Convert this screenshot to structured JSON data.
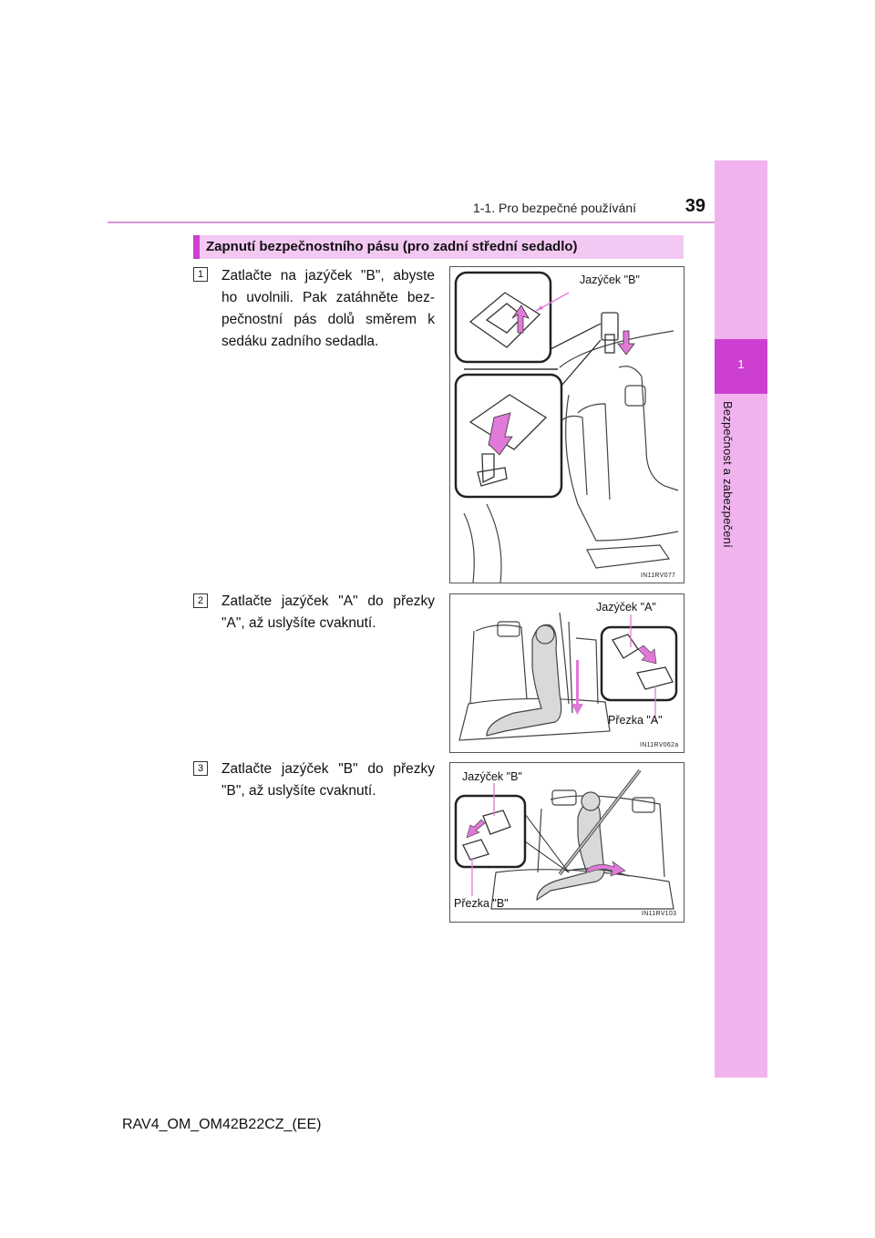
{
  "header": {
    "section": "1-1. Pro bezpečné používání",
    "page_number": "39"
  },
  "side_tab": {
    "chapter": "1",
    "label": "Bezpečnost a zabezpečení"
  },
  "section_title": "Zapnutí bezpečnostního pásu (pro zadní střední sedadlo)",
  "steps": [
    {
      "number": "1",
      "text": "Zatlačte na jazýček \"B\", abyste ho uvolnili. Pak zatáhněte bez-pečnostní pás dolů směrem k sedáku zadního sedadla.",
      "figure": {
        "code": "IN11RV077",
        "callouts": [
          "Jazýček \"B\""
        ]
      }
    },
    {
      "number": "2",
      "text": "Zatlačte jazýček \"A\" do přezky \"A\", až uslyšíte cvaknutí.",
      "figure": {
        "code": "IN11RV062a",
        "callouts": [
          "Jazýček \"A\"",
          "Přezka \"A\""
        ]
      }
    },
    {
      "number": "3",
      "text": "Zatlačte jazýček \"B\" do přezky \"B\", až uslyšíte cvaknutí.",
      "figure": {
        "code": "IN11RV103",
        "callouts": [
          "Jazýček \"B\"",
          "Přezka \"B\""
        ]
      }
    }
  ],
  "footer": "RAV4_OM_OM42B22CZ_(EE)",
  "colors": {
    "accent": "#cc3fd0",
    "side_strip": "#f0b3ee",
    "section_bar": "#f3c8f3",
    "arrow": "#e07ad8"
  }
}
